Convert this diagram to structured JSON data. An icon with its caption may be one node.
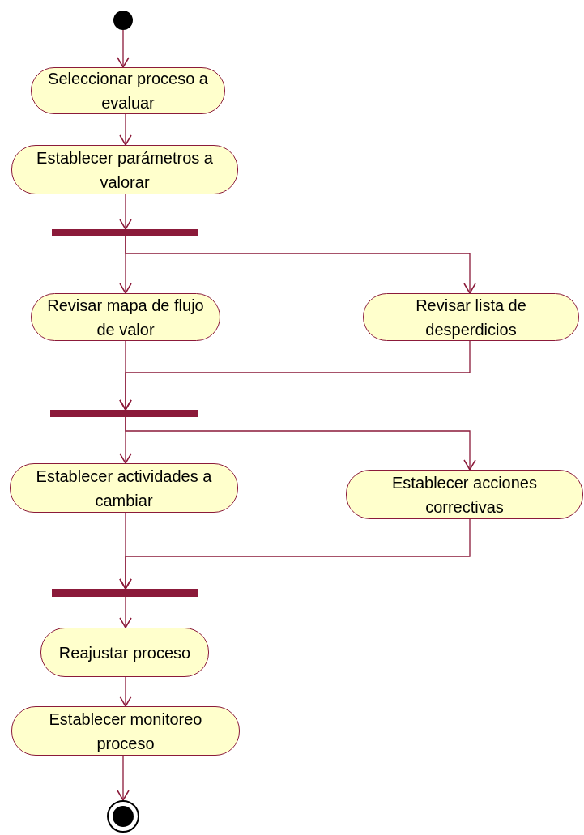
{
  "diagram": {
    "nodes": [
      {
        "text": [],
        "shape": "circle"
      },
      {
        "text": [
          "Seleccionar proceso a evaluar"
        ]
      },
      {
        "text": [
          "Establecer parámetros a valorar"
        ]
      },
      {
        "text": [],
        "shape": "bar"
      },
      {
        "text": [
          "Revisar mapa de flujo de valor"
        ]
      },
      {
        "text": [
          "Revisar lista de desperdicios"
        ]
      },
      {
        "text": [],
        "shape": "bar"
      },
      {
        "text": [
          "Establecer actividades a cambiar"
        ]
      },
      {
        "text": [
          "Establecer acciones correctivas"
        ]
      },
      {
        "text": [],
        "shape": "bar"
      },
      {
        "text": [
          "Reajustar proceso"
        ]
      },
      {
        "text": [
          "Establecer monitoreo proceso"
        ]
      },
      {
        "text": [],
        "shape": "bullseye"
      }
    ],
    "edges": [
      {
        "from": 0,
        "to": 1,
        "arrow": "to"
      },
      {
        "from": 1,
        "to": 2,
        "arrow": "to"
      },
      {
        "from": 2,
        "to": 3,
        "arrow": "to"
      },
      {
        "from": 3,
        "to": 4,
        "arrow": "to"
      },
      {
        "from": 3,
        "to": 5,
        "arrow": "to"
      },
      {
        "from": 4,
        "to": 6,
        "arrow": "to"
      },
      {
        "from": 5,
        "to": 6,
        "arrow": "to"
      },
      {
        "from": 6,
        "to": 7,
        "arrow": "to"
      },
      {
        "from": 6,
        "to": 8,
        "arrow": "to"
      },
      {
        "from": 7,
        "to": 9,
        "arrow": "to"
      },
      {
        "from": 8,
        "to": 9,
        "arrow": "to"
      },
      {
        "from": 9,
        "to": 10,
        "arrow": "to"
      },
      {
        "from": 10,
        "to": 11,
        "arrow": "to"
      },
      {
        "from": 11,
        "to": 12,
        "arrow": "to"
      }
    ]
  }
}
